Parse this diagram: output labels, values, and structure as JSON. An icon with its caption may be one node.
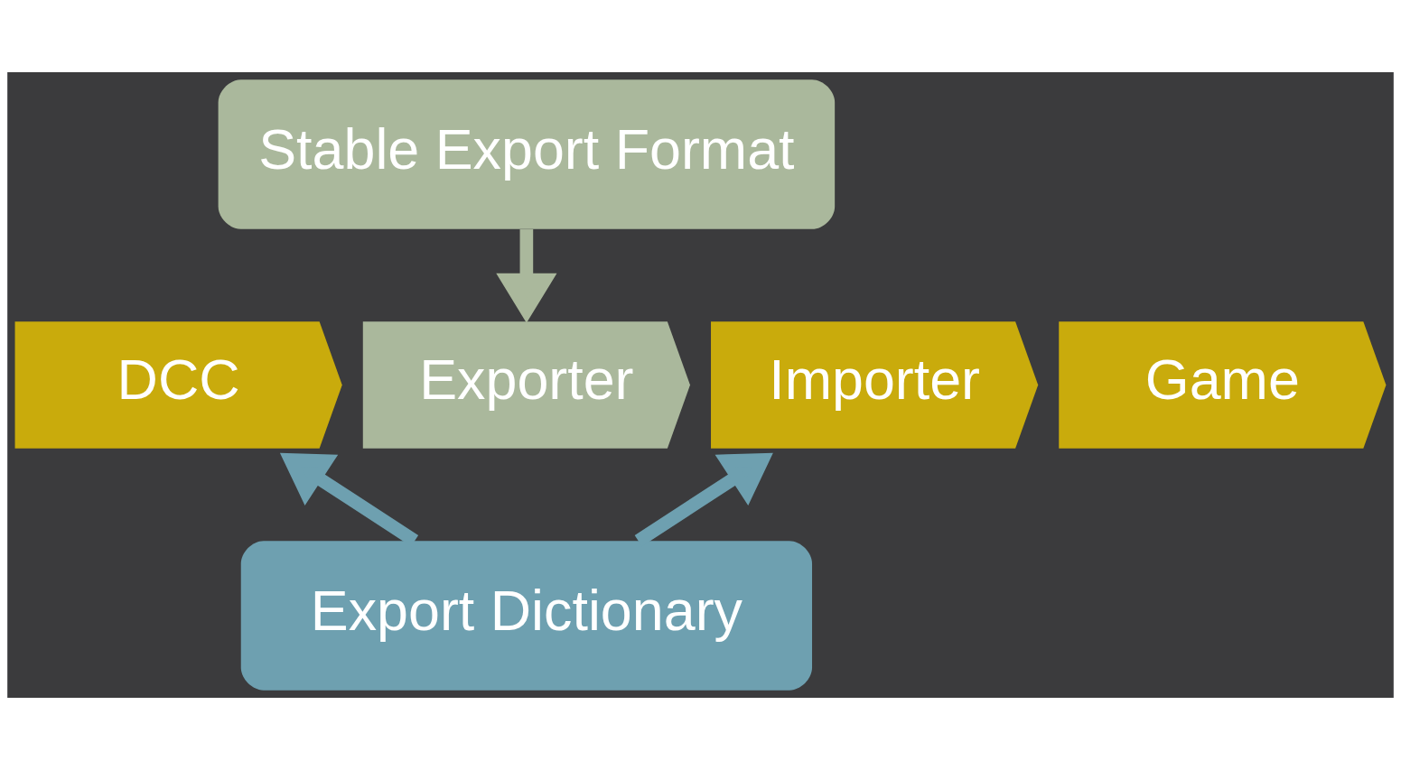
{
  "diagram": {
    "nodes": [
      {
        "text": [
          "Stable Export Format"
        ]
      },
      {
        "text": [
          "DCC"
        ]
      },
      {
        "text": [
          "Exporter"
        ]
      },
      {
        "text": [
          "Importer"
        ]
      },
      {
        "text": [
          "Game"
        ]
      },
      {
        "text": [
          "Export Dictionary"
        ]
      }
    ],
    "edges": [
      {
        "from": 0,
        "to": 2,
        "arrow": "to",
        "color": "#aab89c"
      },
      {
        "from": 5,
        "to": 1,
        "arrow": "to"
      },
      {
        "from": 5,
        "to": 3,
        "arrow": "to"
      }
    ]
  }
}
